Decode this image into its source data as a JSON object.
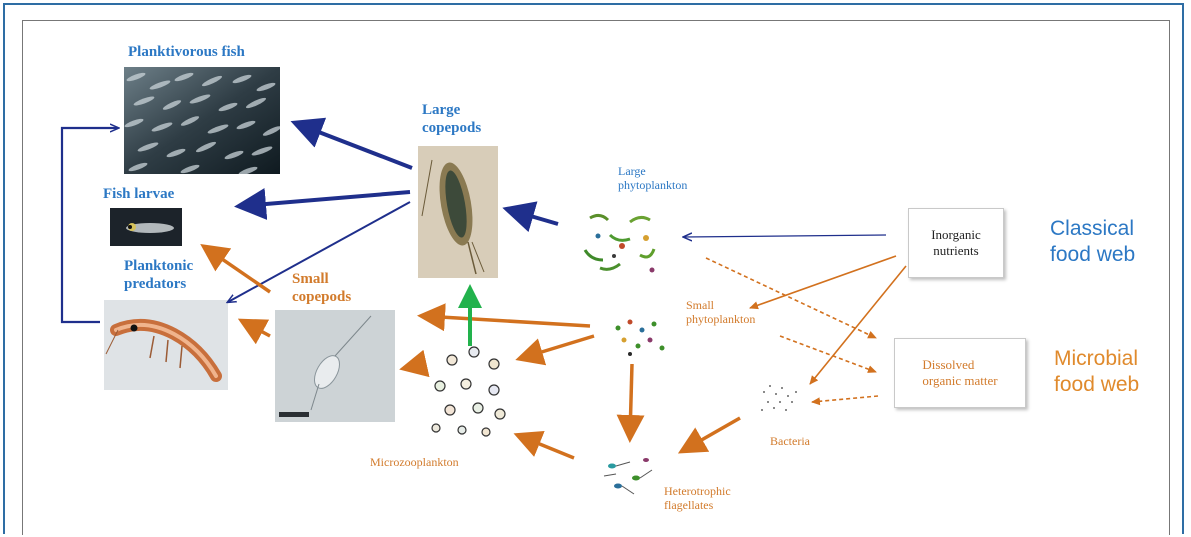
{
  "labels": {
    "planktivorous_fish": "Planktivorous fish",
    "large_copepods": [
      "Large",
      "copepods"
    ],
    "fish_larvae": "Fish larvae",
    "planktonic_predators": [
      "Planktonic",
      "predators"
    ],
    "small_copepods": [
      "Small",
      "copepods"
    ],
    "large_phytoplankton": [
      "Large",
      "phytoplankton"
    ],
    "small_phytoplankton": [
      "Small",
      "phytoplankton"
    ],
    "microzooplankton": "Microzooplankton",
    "heterotrophic_flagellates": [
      "Heterotrophic",
      "flagellates"
    ],
    "bacteria": "Bacteria"
  },
  "boxes": {
    "inorganic_nutrients": [
      "Inorganic",
      "nutrients"
    ],
    "dissolved_organic_matter": [
      "Dissolved",
      "organic matter"
    ]
  },
  "side_labels": {
    "classical": [
      "Classical",
      "food web"
    ],
    "microbial": [
      "Microbial",
      "food web"
    ]
  },
  "colors": {
    "classical_arrow": "#1f2f8c",
    "microbial_arrow": "#d2711e",
    "green_arrow": "#22b24c",
    "label_blue": "#2c78c4",
    "label_orange": "#d27b2c",
    "frame_border": "#2e6da4"
  }
}
